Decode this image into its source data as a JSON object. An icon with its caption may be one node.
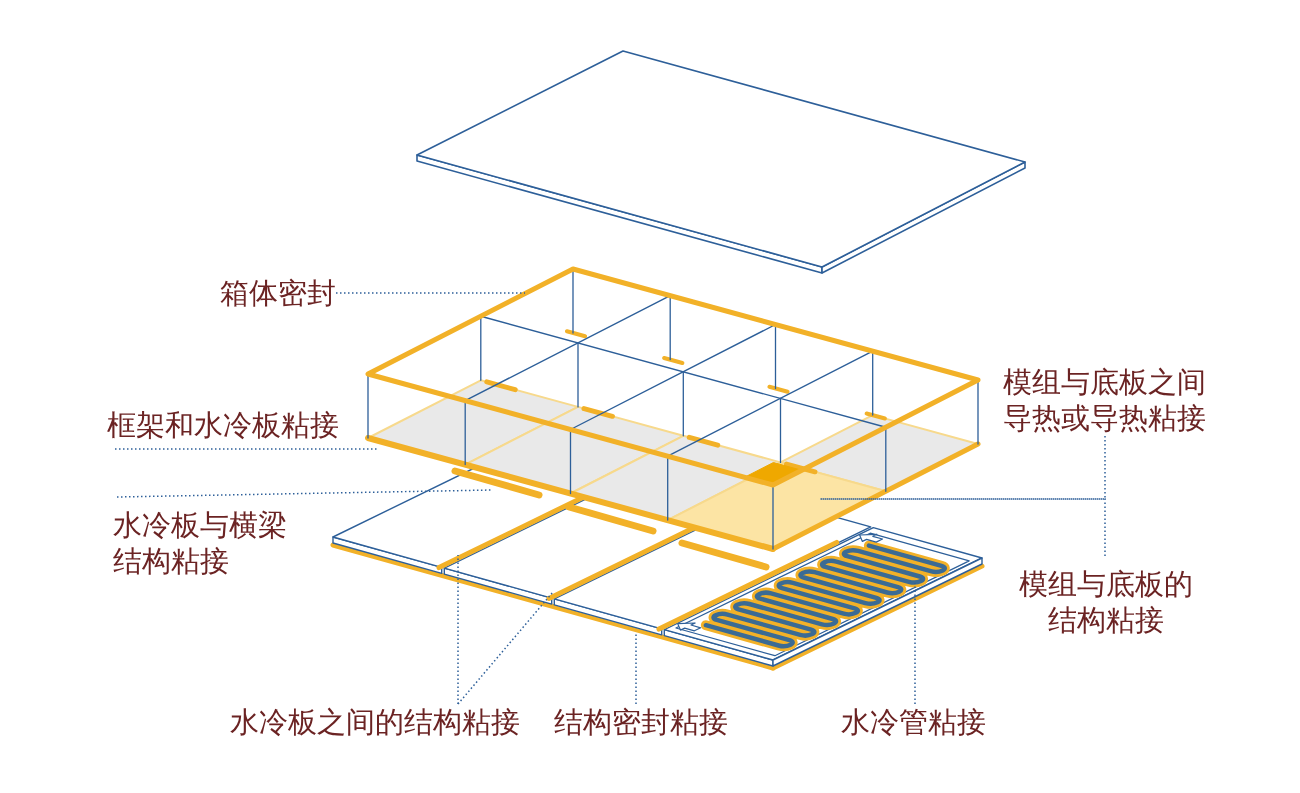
{
  "diagram": {
    "nodes": [
      {
        "text": [
          "箱体密封"
        ]
      },
      {
        "text": [
          "框架和水冷板粘接"
        ]
      },
      {
        "text": [
          "水冷板与横梁结构粘接"
        ]
      },
      {
        "text": [
          "模组与底板之间导热或导热粘接"
        ]
      },
      {
        "text": [
          "模组与底板的结构粘接"
        ]
      },
      {
        "text": [
          "水冷板之间的结构粘接"
        ]
      },
      {
        "text": [
          "结构密封粘接"
        ]
      },
      {
        "text": [
          "水冷管粘接"
        ]
      }
    ],
    "edges": [
      {
        "from": 0,
        "to": null,
        "arrow": "none"
      },
      {
        "from": 1,
        "to": null,
        "arrow": "none"
      },
      {
        "from": 2,
        "to": null,
        "arrow": "none"
      },
      {
        "from": 3,
        "to": null,
        "arrow": "none"
      },
      {
        "from": 4,
        "to": null,
        "arrow": "none"
      },
      {
        "from": 5,
        "to": null,
        "arrow": "none"
      },
      {
        "from": 5,
        "to": null,
        "arrow": "none"
      },
      {
        "from": 6,
        "to": null,
        "arrow": "none"
      },
      {
        "from": 7,
        "to": null,
        "arrow": "none"
      }
    ]
  }
}
